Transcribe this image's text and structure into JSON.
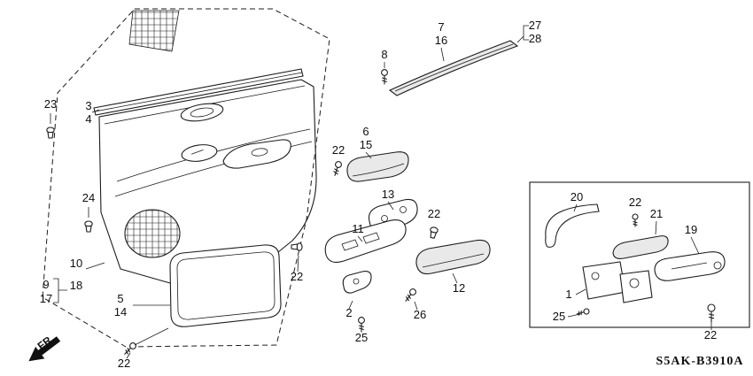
{
  "diagram": {
    "code": "S5AK-B3910A",
    "fr_label": "FR.",
    "callouts": [
      "27",
      "28",
      "7",
      "16",
      "8",
      "23",
      "3",
      "4",
      "24",
      "6",
      "15",
      "22",
      "13",
      "22",
      "11",
      "12",
      "10",
      "9",
      "18",
      "17",
      "5",
      "14",
      "22",
      "2",
      "25",
      "26",
      "22",
      "20",
      "22",
      "21",
      "19",
      "1",
      "25",
      "22"
    ],
    "colors": {
      "line": "#1c1c1c",
      "background": "#ffffff",
      "part_shade": "#e9e9e9"
    }
  }
}
